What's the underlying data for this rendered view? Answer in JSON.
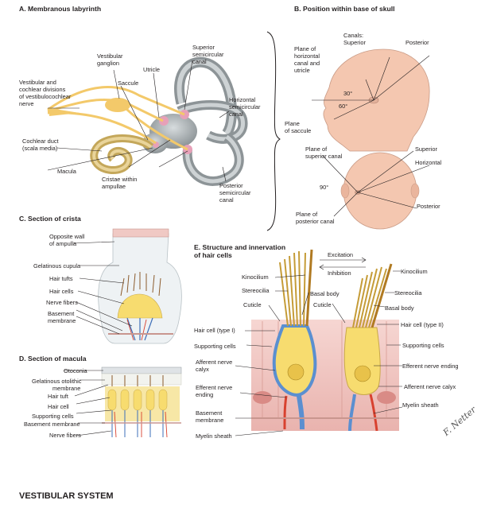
{
  "panels": {
    "a": {
      "title": "A. Membranous labyrinth",
      "labels": {
        "vestibular_ganglion": [
          "Vestibular",
          "ganglion"
        ],
        "utricle": "Utricle",
        "superior_canal": [
          "Superior",
          "semicircular",
          "canal"
        ],
        "vestibular_nerve": [
          "Vestibular and",
          "cochlear divisions",
          "of vestibulocochlear",
          "nerve"
        ],
        "saccule": "Saccule",
        "horizontal_canal": [
          "Horizontal",
          "semicircular",
          "canal"
        ],
        "cochlear_duct": [
          "Cochlear duct",
          "(scala media)"
        ],
        "macula": "Macula",
        "cristae": [
          "Cristae within",
          "ampullae"
        ],
        "posterior_canal": [
          "Posterior",
          "semicircular",
          "canal"
        ]
      }
    },
    "b": {
      "title": "B. Position within base of skull",
      "labels": {
        "canals": "Canals:",
        "superior": "Superior",
        "posterior": "Posterior",
        "plane_horizontal": [
          "Plane of",
          "horizontal",
          "canal and",
          "utricle"
        ],
        "angle_30": "30°",
        "angle_60": "60°",
        "plane_saccule": [
          "Plane",
          "of saccule"
        ],
        "plane_superior": [
          "Plane of",
          "superior canal"
        ],
        "superior_2": "Superior",
        "horizontal_2": "Horizontal",
        "angle_90": "90°",
        "posterior_2": "Posterior",
        "plane_posterior": [
          "Plane of",
          "posterior canal"
        ]
      }
    },
    "c": {
      "title": "C. Section of crista",
      "labels": {
        "opposite_wall": [
          "Opposite wall",
          "of ampulla"
        ],
        "cupula": "Gelatinous cupula",
        "hair_tufts": "Hair tufts",
        "hair_cells": "Hair cells",
        "nerve_fibers": "Nerve fibers",
        "basement": [
          "Basement",
          "membrane"
        ]
      }
    },
    "d": {
      "title": "D. Section of macula",
      "labels": {
        "otoconia": "Otoconia",
        "otolithic": [
          "Gelatinous otolithic",
          "membrane"
        ],
        "hair_tuft": "Hair tuft",
        "hair_cell": "Hair cell",
        "supporting": "Supporting cells",
        "basement": "Basement membrane",
        "nerve_fibers": "Nerve fibers"
      }
    },
    "e": {
      "title": [
        "E. Structure and innervation",
        "of hair cells"
      ],
      "labels": {
        "excitation": "Excitation",
        "inhibition": "Inhibition",
        "kinocilium_l": "Kinocilium",
        "kinocilium_r": "Kinocilium",
        "stereocilia_l": "Stereocilia",
        "stereocilia_r": "Stereocilia",
        "basal_body_l": "Basal body",
        "basal_body_r": "Basal body",
        "cuticle_l": "Cuticle",
        "cuticle_r": "Cuticle",
        "hair_cell_1": "Hair cell (type I)",
        "hair_cell_2": "Hair cell (type II)",
        "supporting_l": "Supporting cells",
        "supporting_r": "Supporting cells",
        "afferent_calyx_l": [
          "Afferent nerve",
          "calyx"
        ],
        "efferent_ending_r": "Efferent nerve ending",
        "efferent_ending_l": [
          "Efferent nerve",
          "ending"
        ],
        "afferent_calyx_r": "Afferent nerve calyx",
        "myelin_r": "Myelin sheath",
        "basement": [
          "Basement",
          "membrane"
        ],
        "myelin_l": "Myelin sheath"
      }
    }
  },
  "footer": "VESTIBULAR SYSTEM",
  "colors": {
    "labyrinth": "#9ca3a6",
    "nerve": "#f3c96a",
    "cochlea": "#c4a75a",
    "sensory": "#e7a0b8",
    "skull": "#f4c7b0",
    "tissue": "#f1c9c9",
    "cell": "#f7dc6f"
  }
}
